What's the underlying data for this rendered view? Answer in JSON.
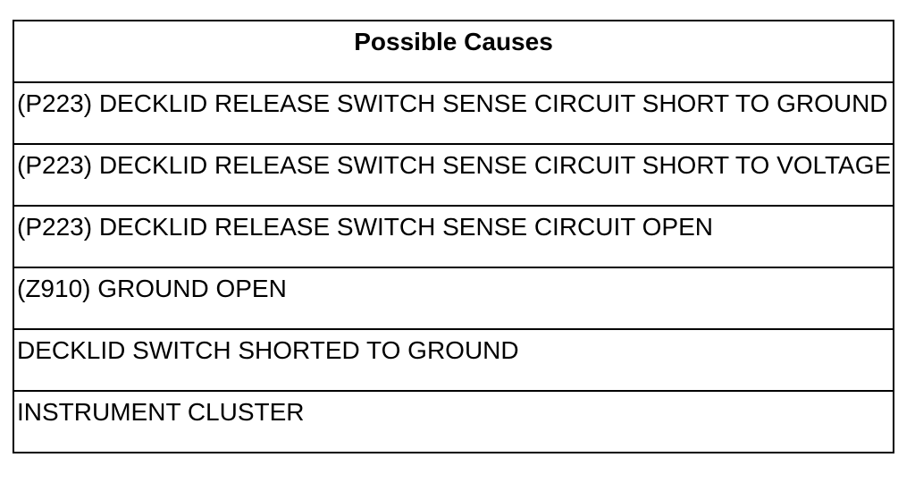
{
  "table": {
    "header": "Possible Causes",
    "rows": [
      "(P223) DECKLID RELEASE SWITCH SENSE CIRCUIT SHORT TO GROUND",
      "(P223) DECKLID RELEASE SWITCH SENSE CIRCUIT SHORT TO VOLTAGE",
      "(P223) DECKLID RELEASE SWITCH SENSE CIRCUIT OPEN",
      "(Z910) GROUND OPEN",
      "DECKLID SWITCH SHORTED TO GROUND",
      "INSTRUMENT CLUSTER"
    ],
    "colors": {
      "border": "#000000",
      "text": "#000000",
      "background": "#ffffff"
    }
  }
}
